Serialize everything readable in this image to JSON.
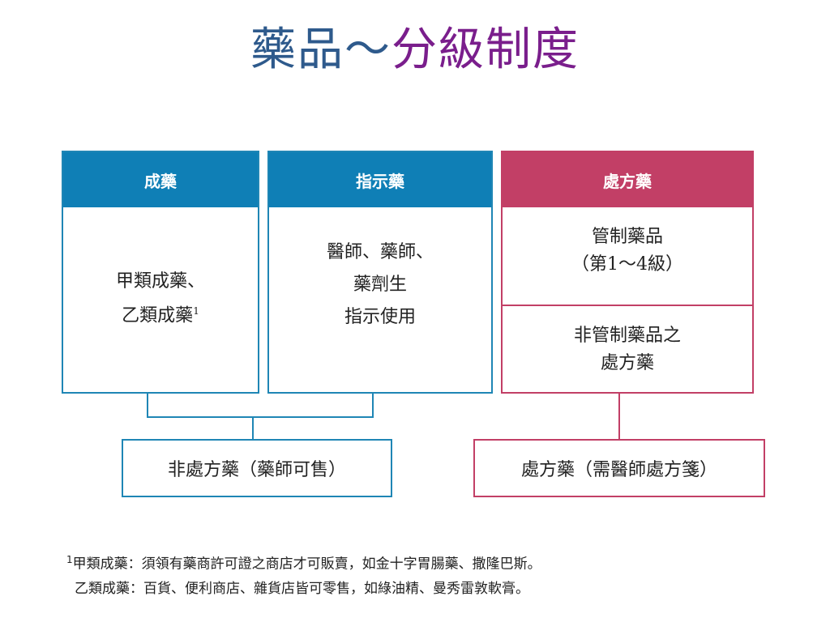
{
  "title": {
    "part1": "藥品～",
    "part2": "分級制度"
  },
  "columns": [
    {
      "header": "成藥",
      "lines": [
        "甲類成藥、",
        "乙類成藥"
      ],
      "superscript": "1"
    },
    {
      "header": "指示藥",
      "lines": [
        "醫師、藥師、",
        "藥劑生",
        "指示使用"
      ]
    },
    {
      "header": "處方藥",
      "section1": [
        "管制藥品",
        "（第1～4級）"
      ],
      "section2": [
        "非管制藥品之",
        "處方藥"
      ]
    }
  ],
  "results": {
    "left": "非處方藥（藥師可售）",
    "right": "處方藥（需醫師處方箋）"
  },
  "footnote": {
    "marker": "1",
    "line1": "甲類成藥：須領有藥商許可證之商店才可販賣，如金十字胃腸藥、撒隆巴斯。",
    "line2": "乙類成藥：百貨、便利商店、雜貨店皆可零售，如綠油精、曼秀雷敦軟膏。"
  },
  "colors": {
    "blue": "#0f7fb6",
    "red": "#c23f66",
    "title_blue": "#2e5a8c",
    "title_purple": "#7a1e8c"
  }
}
